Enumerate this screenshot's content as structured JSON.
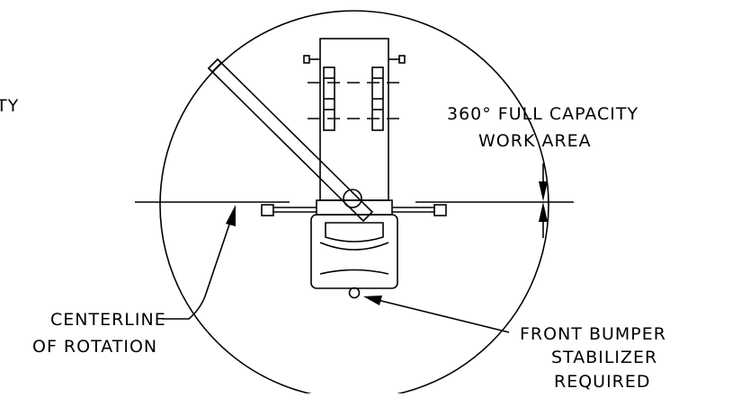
{
  "labels": {
    "clipped_left": "TY",
    "capacity_line1": "360° FULL CAPACITY",
    "capacity_line2": "WORK AREA",
    "centerline_line1": "CENTERLINE",
    "centerline_line2": "OF ROTATION",
    "bumper_line1": "FRONT BUMPER",
    "bumper_line2": "STABILIZER",
    "bumper_line3": "REQUIRED"
  },
  "colors": {
    "line": "#000000",
    "background": "#ffffff"
  }
}
